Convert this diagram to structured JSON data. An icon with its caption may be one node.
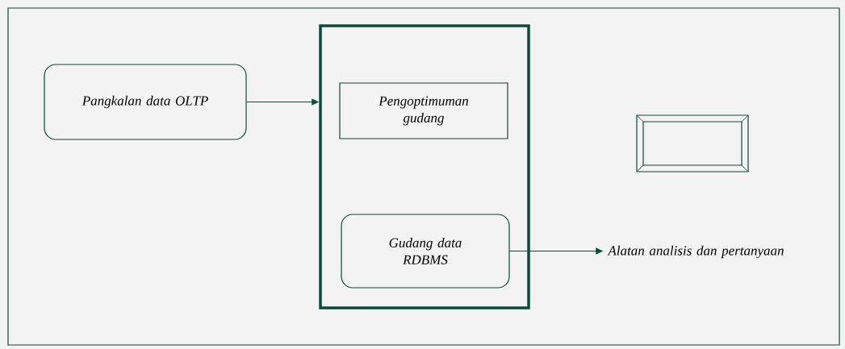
{
  "diagram": {
    "nodes": [
      {
        "text": [
          "Pangkalan data OLTP"
        ]
      },
      {
        "text": [],
        "shape": "box"
      },
      {
        "text": [
          "Pengoptimuman gudang"
        ],
        "in": 1
      },
      {
        "text": [
          "Gudang data RDBMS"
        ],
        "in": 1
      },
      {
        "text": [
          "Alatan analisis dan pertanyaan"
        ]
      },
      {
        "text": [],
        "shape": "box"
      }
    ],
    "edges": [
      {
        "from": 0,
        "to": 1,
        "arrow": "to"
      },
      {
        "from": 3,
        "to": 4,
        "arrow": "to"
      }
    ]
  }
}
